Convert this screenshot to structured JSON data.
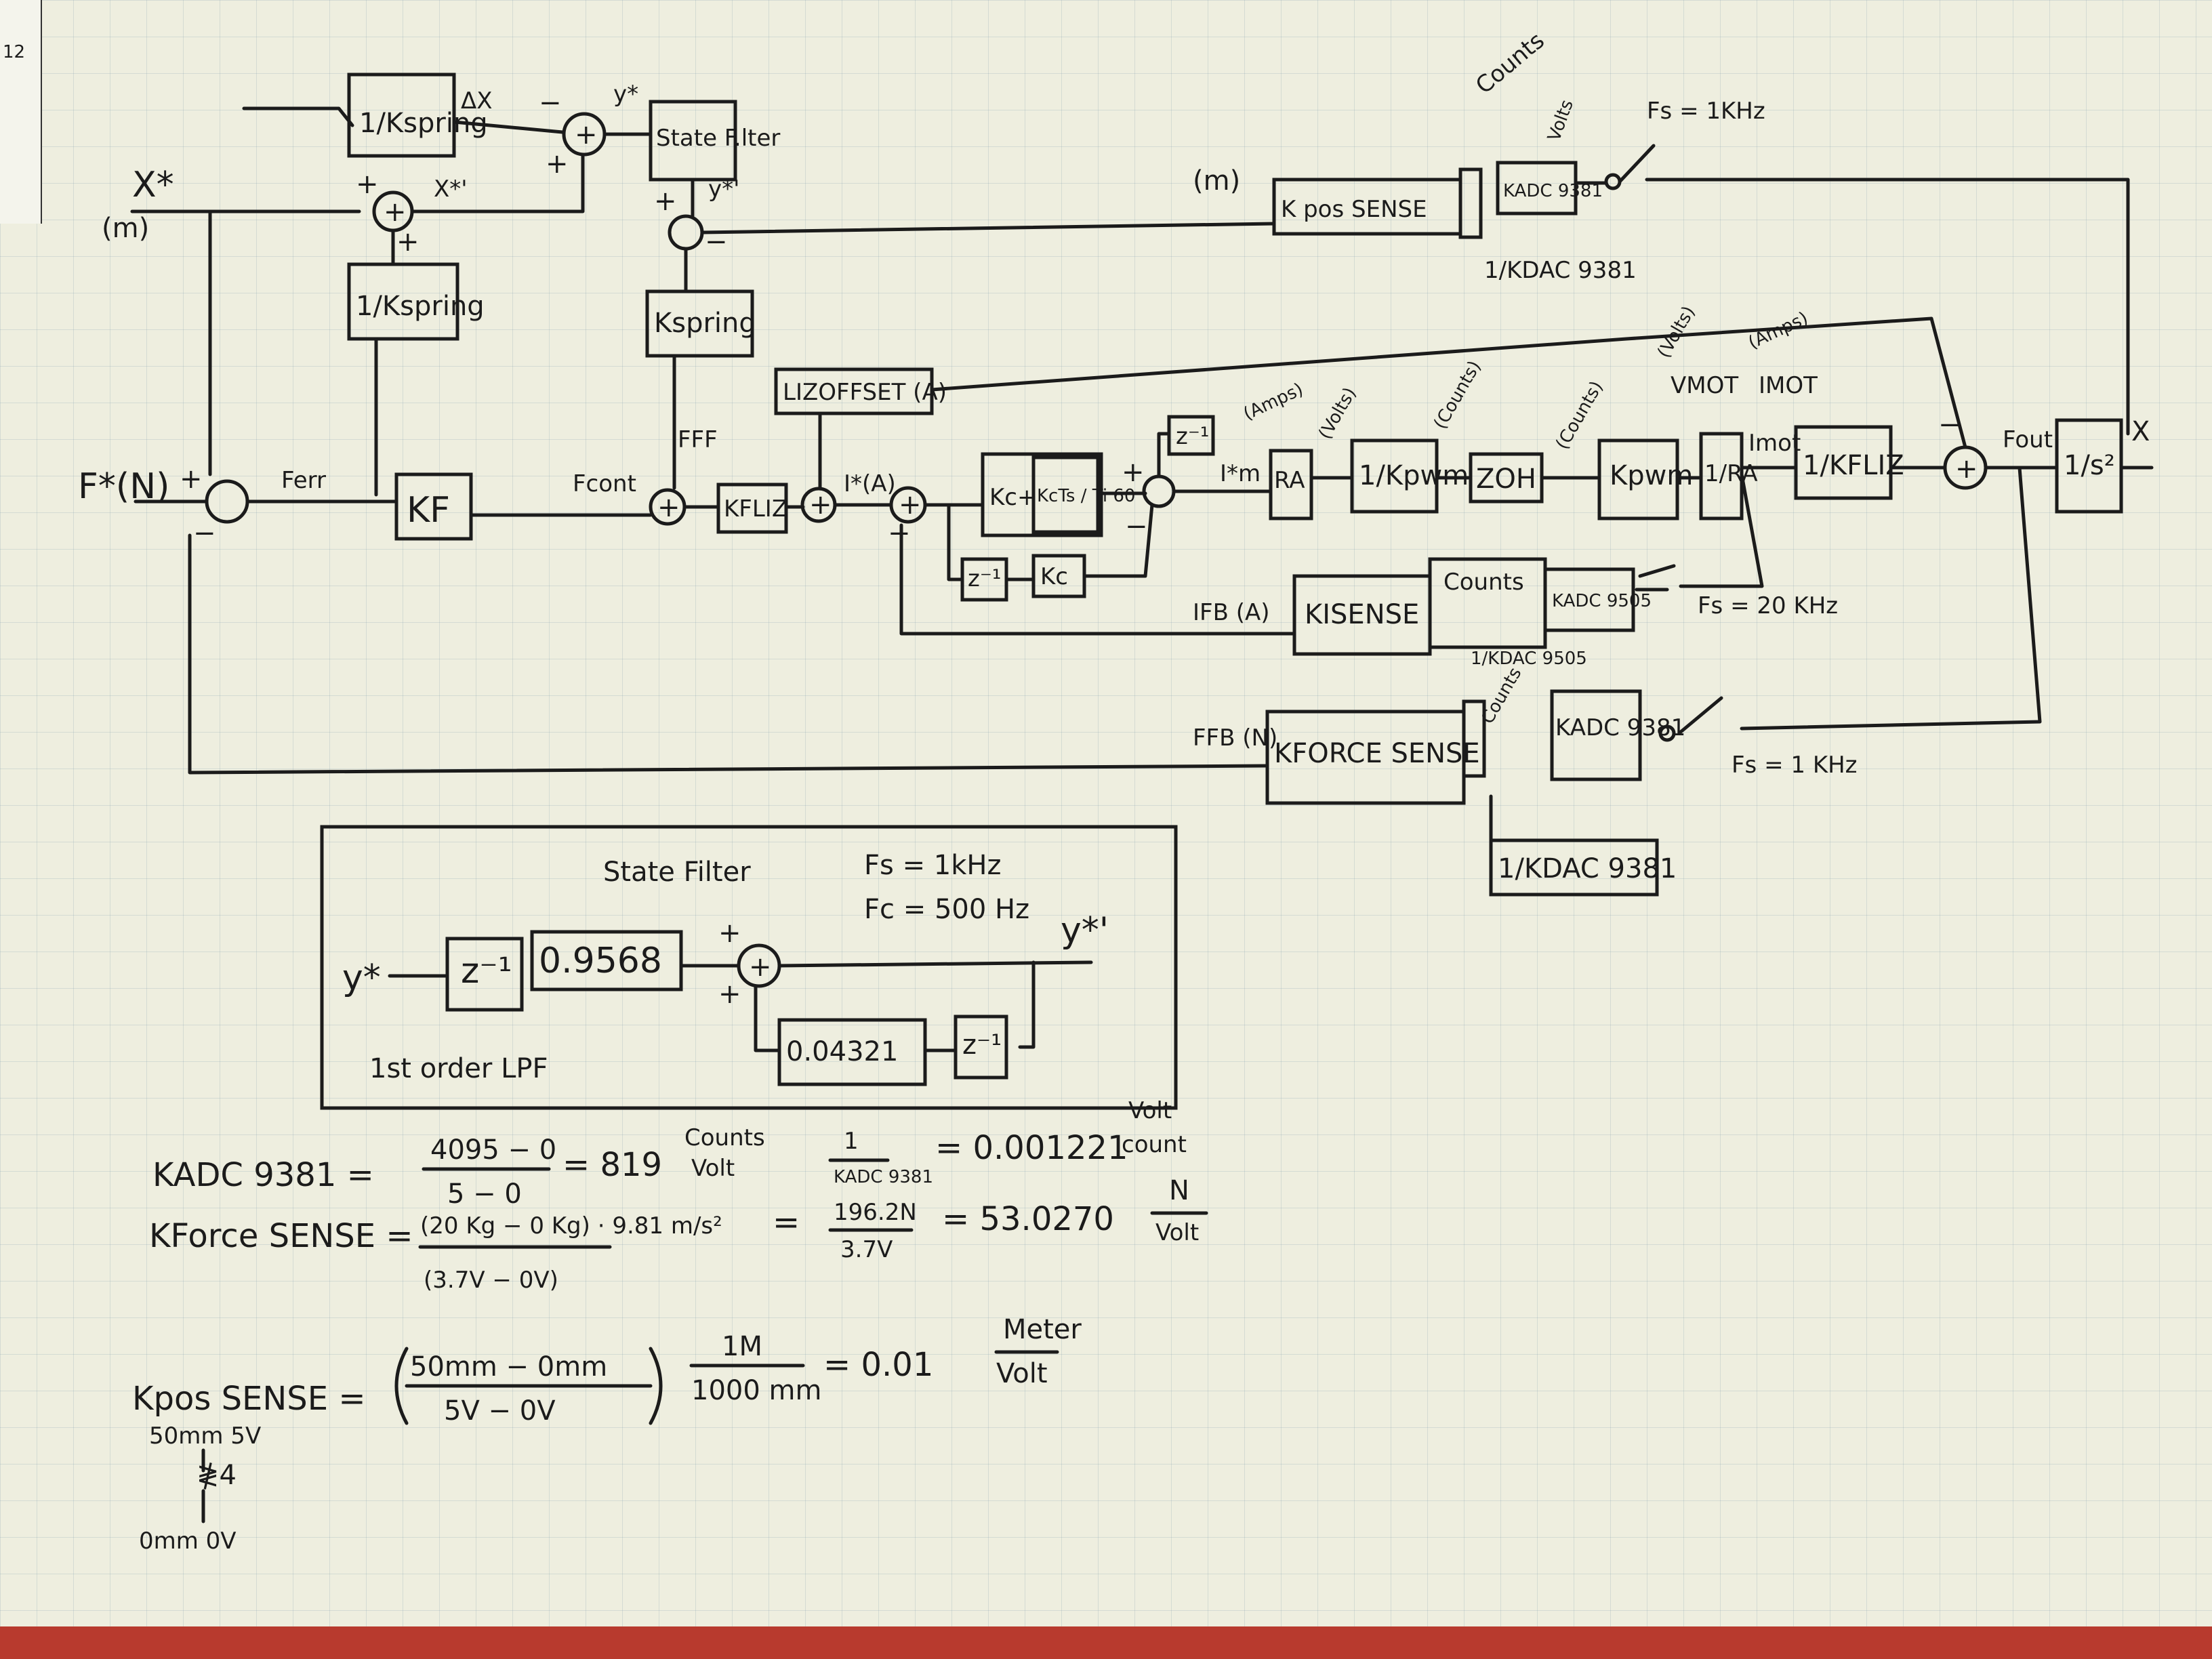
{
  "inputs": {
    "x_star": "X*",
    "x_unit": "(m)",
    "f_star": "F*(N)",
    "m_label": "(m)"
  },
  "blocks": {
    "k_spring_inv_top": "1/Kspring",
    "k_spring_inv_mid": "1/Kspring",
    "k_spring": "Kspring",
    "state_filter": "State F.lter",
    "k_f": "KF",
    "k_flz_in": "KFLIZ",
    "lz_offset": "LIZOFFSET (A)",
    "kc": "Kc+",
    "kc_ts_ti": "KcTs / Ti 60",
    "z_inv_1": "z⁻¹",
    "z_inv_2": "z⁻¹",
    "kc_fb": "Kc",
    "r_a_1": "RA",
    "k_pwm_inv": "1/Kpwm",
    "zoh": "ZOH",
    "k_pwm": "Kpwm",
    "r_a_inv": "1/RA",
    "k_flz_inv": "1/KFLIZ",
    "plant": "1/s²",
    "k_isense": "KISENSE",
    "k_adc_9505": "KADC 9505",
    "k_force_sense": "KFORCE SENSE",
    "k_adc_9381_force": "KADC 9381",
    "k_pos_sense": "K pos SENSE",
    "k_adc_9381_pos": "KADC 9381",
    "k_dac_9381": "1/KDAC 9381"
  },
  "signal_labels": {
    "delta_x": "ΔX",
    "y_star": "y*",
    "x_star_prime": "X*'",
    "y_star_prime": "y*'",
    "f_err": "Ferr",
    "f_cont": "Fcont",
    "f_ff": "FFF",
    "i_star": "I*(A)",
    "i_m_star": "I*m",
    "amps1": "(Amps)",
    "volts1": "(Volts)",
    "counts1": "(Counts)",
    "counts2": "(Counts)",
    "volts2": "(Volts)",
    "amps2": "(Amps)",
    "v_mot": "VMOT",
    "i_mot1": "IMOT",
    "i_mot2": "Imot",
    "f_out": "Fout",
    "x_out": "X",
    "i_fb": "IFB (A)",
    "f_fb": "FFB (N)",
    "counts_force": "Counts",
    "counts_i": "Counts",
    "counts_pos": "Counts",
    "volts_pos": "Volts",
    "dac_9505": "1/KDAC 9505",
    "dac_9381_pos": "1/KDAC 9381",
    "fs_20k": "Fs = 20 KHz",
    "fs_1k_force": "Fs = 1 KHz",
    "fs_1k_pos": "Fs = 1KHz"
  },
  "filter_inset": {
    "title": "State Filter",
    "fs": "Fs = 1kHz",
    "fc": "Fc = 500 Hz",
    "input": "y*",
    "output": "y*'",
    "z1": "z⁻¹",
    "gain1": "0.9568",
    "gain2": "0.04321",
    "z2": "z⁻¹",
    "order": "1st order LPF"
  },
  "equations": {
    "eq1_lhs": "KADC 9381 =",
    "eq1_frac_num": "4095 − 0",
    "eq1_frac_den": "5 − 0",
    "eq1_result": "= 819",
    "eq1_unit_num": "Counts",
    "eq1_unit_den": "Volt",
    "eq1_inv_num": "1",
    "eq1_inv_den": "KADC 9381",
    "eq1_inv_result": "= 0.001221",
    "eq1_inv_unit_num": "Volt",
    "eq1_inv_unit_den": "count",
    "eq2_lhs": "KForce SENSE =",
    "eq2_num": "(20 Kg − 0 Kg) · 9.81 m/s²",
    "eq2_den": "(3.7V − 0V)",
    "eq2_mid_num": "196.2N",
    "eq2_mid_den": "3.7V",
    "eq2_result": "= 53.0270",
    "eq2_unit_num": "N",
    "eq2_unit_den": "Volt",
    "eq3_lhs": "Kpos SENSE =",
    "eq3_num": "50mm − 0mm",
    "eq3_den": "5V − 0V",
    "eq3_conv_num": "1M",
    "eq3_conv_den": "1000 mm",
    "eq3_result": "= 0.01",
    "eq3_unit_num": "Meter",
    "eq3_unit_den": "Volt"
  },
  "pot_note": {
    "top": "50mm 5V",
    "mid": "≹4",
    "bottom": "0mm 0V"
  },
  "margin_marks": [
    "12"
  ]
}
